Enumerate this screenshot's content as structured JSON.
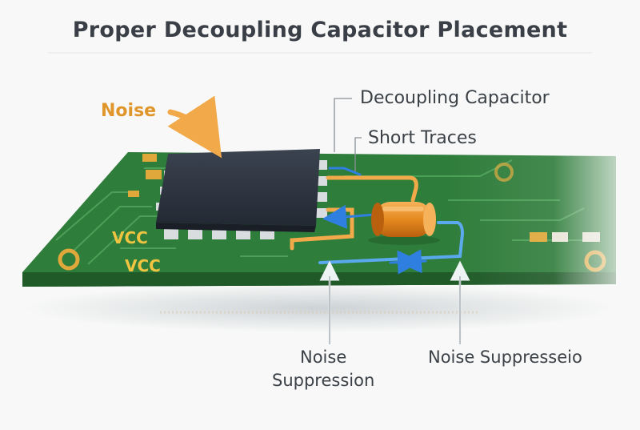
{
  "title": "Proper Decoupling Capacitor Placement",
  "labels": {
    "noise": "Noise",
    "decoupling_capacitor": "Decoupling Capacitor",
    "short_traces": "Short Traces",
    "vcc_top": "VCC",
    "vcc_bottom": "VCC",
    "noise_suppression_left_line1": "Noise",
    "noise_suppression_left_line2": "Suppression",
    "noise_suppression_right": "Noise Suppresseio"
  },
  "colors": {
    "board": "#2f7d3b",
    "board_edge": "#1f5a28",
    "trace": "#4fa35a",
    "pad_gold": "#e0a83a",
    "chip": "#2c3340",
    "capacitor": "#e5891f",
    "signal_blue": "#2f7fe0",
    "label_text": "#3c4148",
    "noise_accent": "#e0962a"
  }
}
